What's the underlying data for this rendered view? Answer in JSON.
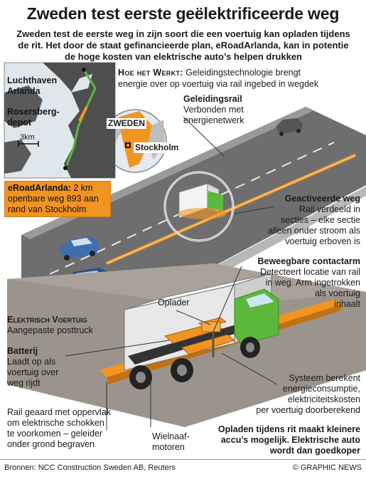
{
  "header": {
    "title": "Zweden test eerste geëlektrificeerde weg",
    "subtitle_lines": [
      "Zweden test de eerste weg in zijn soort die een voertuig kan opladen tijdens",
      "de rit. Het door de staat gefinancieerde plan, eRoadArlanda, kan in potentie",
      "de hoge kosten van elektrische auto’s helpen drukken"
    ]
  },
  "map": {
    "luchthaven": [
      "Luchthaven",
      "Arlanda"
    ],
    "rosersberg": [
      "Rosersberg-",
      "depot"
    ],
    "scale": "3km",
    "eroad_title": "eRoadArlanda:",
    "eroad_text_1": " 2 km",
    "eroad_text_2": "openbare weg 893 aan",
    "eroad_text_3": "rand van Stockholm"
  },
  "inset": {
    "country": "ZWEDEN",
    "city": "Stockholm"
  },
  "how": {
    "heading": "Hoe het Werkt:",
    "text_1": " Geleidingstechnologie brengt",
    "text_2": "energie over op voertuig via rail ingebed in wegdek"
  },
  "labels": {
    "rail_title": "Geleidingsrail",
    "rail_text": [
      "Verbonden met",
      "energienetwerk"
    ],
    "active_title": "Geactiveerde weg",
    "active_text": [
      "Rail verdeeld in",
      "secties – elke sectie",
      "alleen onder stroom als",
      "voertuig erboven is"
    ],
    "arm_title": "Beweegbare contactarm",
    "arm_text": [
      "Detecteert locatie van rail",
      "in weg. Arm ingetrokken",
      "als voertuig",
      "inhaalt"
    ],
    "charger": "Oplader",
    "vehicle_title": "Elektrisch Voertuig",
    "vehicle_text": "Aangepaste posttruck",
    "battery_title": "Batterij",
    "battery_text": [
      "Laadt op als",
      "voertuig over",
      "weg rijdt"
    ],
    "system_text": [
      "Systeem berekent",
      "energieconsumptie,",
      "elektriciteitskosten",
      "per voertuig doorberekend"
    ],
    "grounded_text": [
      "Rail geaard met oppervlak",
      "om elektrische schokken",
      "te voorkomen – geleider",
      "onder grond begraven"
    ],
    "motors_text": [
      "Wielnaaf-",
      "motoren"
    ],
    "charging_text": [
      "Opladen tijdens rit maakt kleinere",
      "accu’s mogelijk. Elektrische auto",
      "wordt dan goedkoper"
    ]
  },
  "footer": {
    "source": "Bronnen: NCC Construction Sweden AB, Reuters",
    "credit": "© GRAPHIC NEWS"
  },
  "colors": {
    "orange": "#f29422",
    "road": "#6b6b6b",
    "truck_cab": "#5cb83a",
    "car_blue": "#3d6fb0",
    "water": "#dfe6ec",
    "land": "#4a4a4a"
  }
}
